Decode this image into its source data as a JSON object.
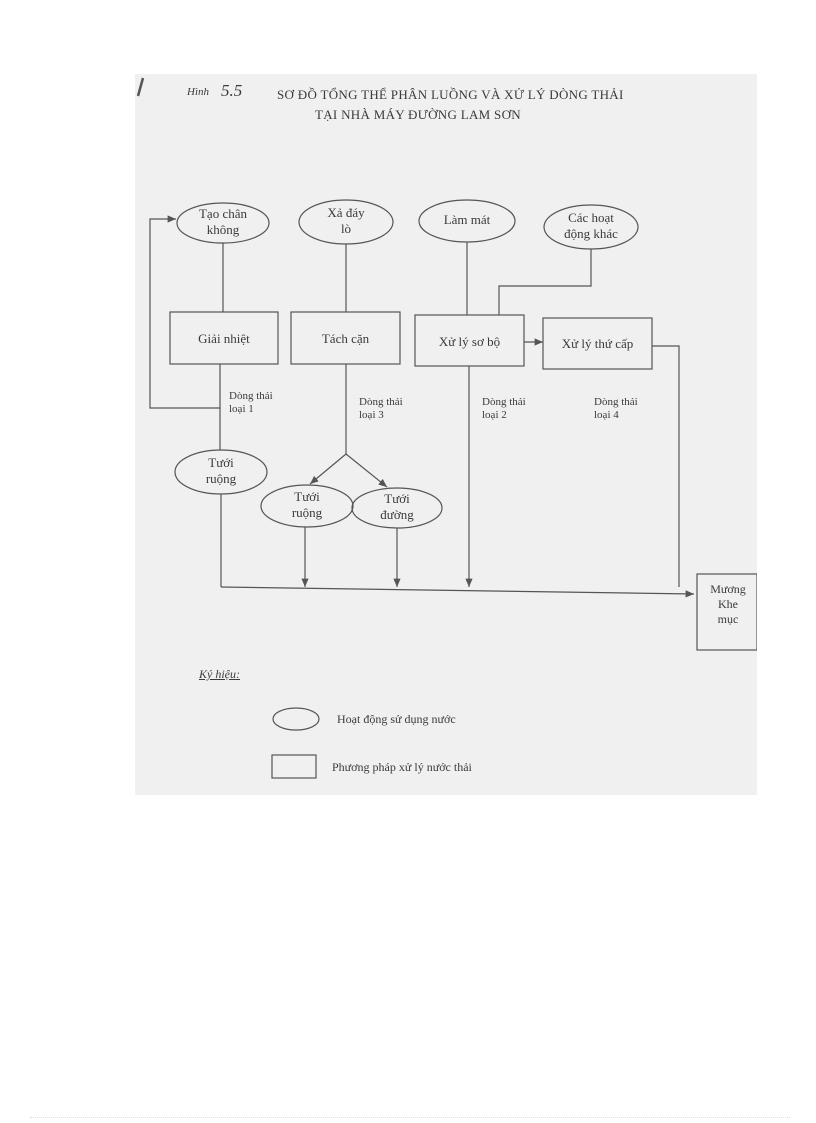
{
  "figure": {
    "label": "Hình",
    "number": "5.5",
    "title_line1": "SƠ ĐỒ TỔNG THỂ PHÂN LUỒNG VÀ XỬ LÝ DÒNG THẢI",
    "title_line2": "TẠI NHÀ MÁY ĐƯỜNG LAM SƠN"
  },
  "nodes": {
    "tao_chan_khong": [
      "Tạo chân",
      "không"
    ],
    "xa_day_lo": [
      "Xả đáy",
      "lò"
    ],
    "lam_mat": "Làm mát",
    "cac_hoat_dong_khac": [
      "Các hoạt",
      "động khác"
    ],
    "giai_nhiet": "Giải nhiệt",
    "tach_can": "Tách cặn",
    "xu_ly_so_bo": "Xử lý sơ bộ",
    "xu_ly_thu_cap": "Xử lý thứ cấp",
    "tuoi_ruong_1": [
      "Tưới",
      "ruộng"
    ],
    "tuoi_ruong_2": [
      "Tưới",
      "ruộng"
    ],
    "tuoi_duong": [
      "Tưới",
      "đường"
    ],
    "muong_khe_muc": [
      "Mương",
      "Khe",
      "mục"
    ]
  },
  "stream_labels": {
    "loai1": [
      "Dòng thải",
      "loại 1"
    ],
    "loai3": [
      "Dòng thải",
      "loại 3"
    ],
    "loai2": [
      "Dòng thải",
      "loại 2"
    ],
    "loai4": [
      "Dòng thải",
      "loại 4"
    ]
  },
  "legend": {
    "title": "Ký hiệu:",
    "ellipse_label": "Hoạt động sử dụng nước",
    "rect_label": "Phương pháp xử lý nước thải"
  },
  "colors": {
    "scan_background": "#f0f0f0",
    "line": "#555555",
    "text": "#3a3a3a"
  }
}
